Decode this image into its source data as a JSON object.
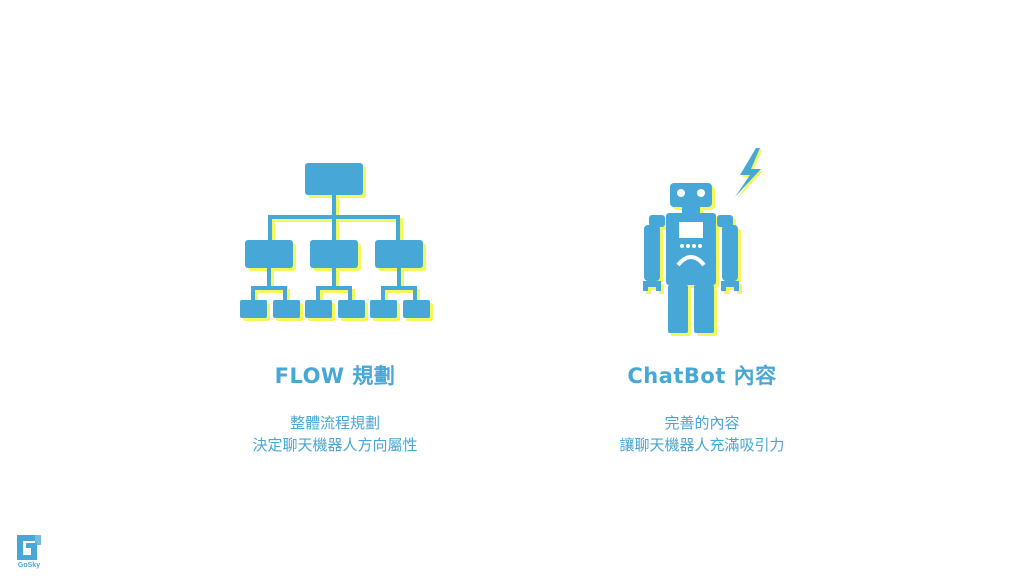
{
  "colors": {
    "accent": "#47a7d6",
    "highlight": "#f3f85a"
  },
  "left": {
    "icon": "flowchart-icon",
    "title": "FLOW 規劃",
    "lines": [
      "整體流程規劃",
      "決定聊天機器人方向屬性"
    ]
  },
  "right": {
    "icon": "robot-icon",
    "title": "ChatBot 內容",
    "lines": [
      "完善的內容",
      "讓聊天機器人充滿吸引力"
    ]
  },
  "logo": {
    "text": "GoSky"
  }
}
